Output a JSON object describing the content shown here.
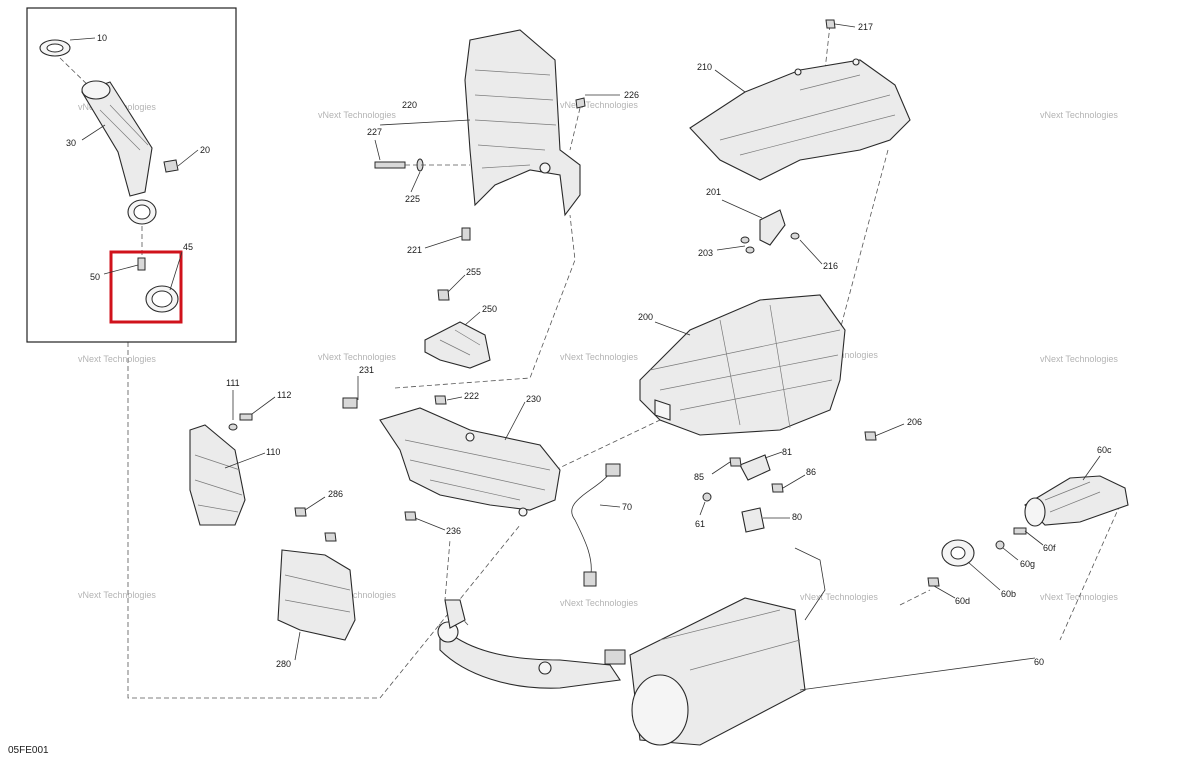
{
  "diagram": {
    "code": "05FE001",
    "watermark": "vNext Technologies",
    "highlight_color": "#d0121b",
    "labels": {
      "p10": "10",
      "p20": "20",
      "p30": "30",
      "p45": "45",
      "p50": "50",
      "p60": "60",
      "p60b": "60b",
      "p60c": "60c",
      "p60d": "60d",
      "p60f": "60f",
      "p60g": "60g",
      "p61": "61",
      "p70": "70",
      "p80": "80",
      "p81": "81",
      "p85": "85",
      "p86": "86",
      "p110": "110",
      "p111": "111",
      "p112": "112",
      "p200": "200",
      "p201": "201",
      "p203": "203",
      "p206": "206",
      "p210": "210",
      "p216": "216",
      "p217": "217",
      "p220": "220",
      "p221": "221",
      "p222": "222",
      "p225": "225",
      "p226": "226",
      "p227": "227",
      "p230": "230",
      "p231": "231",
      "p236": "236",
      "p250": "250",
      "p255": "255",
      "p280": "280",
      "p286": "286"
    }
  }
}
